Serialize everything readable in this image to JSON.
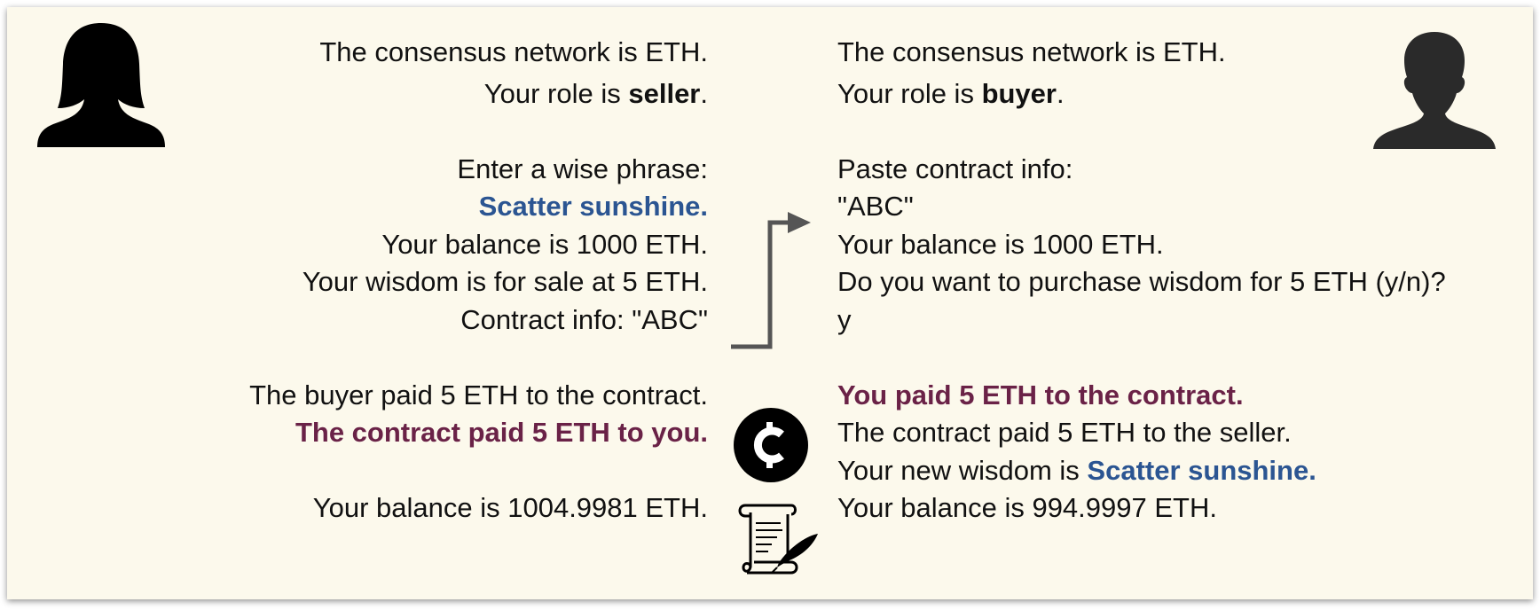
{
  "colors": {
    "background": "#fcf9ec",
    "wisdom_highlight": "#2b5592",
    "payment_highlight": "#6a2247",
    "arrow": "#555555"
  },
  "icons": {
    "seller_avatar": "female-silhouette-icon",
    "buyer_avatar": "male-silhouette-icon",
    "coin": "crypto-coin-icon",
    "scroll": "scroll-quill-icon",
    "arrow": "arrow-right-icon"
  },
  "seller": {
    "network": "The consensus network is ETH.",
    "role_prefix": "Your role is ",
    "role": "seller",
    "role_suffix": ".",
    "enter_prompt": "Enter a wise phrase:",
    "phrase": "Scatter sunshine.",
    "balance_initial": "Your balance is 1000 ETH.",
    "for_sale": "Your wisdom is for sale at 5 ETH.",
    "contract_info": "Contract info: \"ABC\"",
    "buyer_paid": "The buyer paid 5 ETH to the contract.",
    "contract_paid": "The contract paid 5 ETH to you.",
    "balance_final": "Your balance is 1004.9981 ETH."
  },
  "buyer": {
    "network": "The consensus network is ETH.",
    "role_prefix": "Your role is ",
    "role": "buyer",
    "role_suffix": ".",
    "paste_prompt": "Paste contract info:",
    "pasted_value": "\"ABC\"",
    "balance_initial": "Your balance is 1000 ETH.",
    "purchase_question": "Do you want to purchase wisdom for 5 ETH (y/n)?",
    "answer": "y",
    "you_paid": "You paid 5 ETH to the contract.",
    "contract_paid": "The contract paid 5 ETH to the seller.",
    "new_wisdom_prefix": "Your new wisdom is ",
    "new_wisdom": "Scatter sunshine.",
    "balance_final": "Your balance is 994.9997 ETH."
  }
}
